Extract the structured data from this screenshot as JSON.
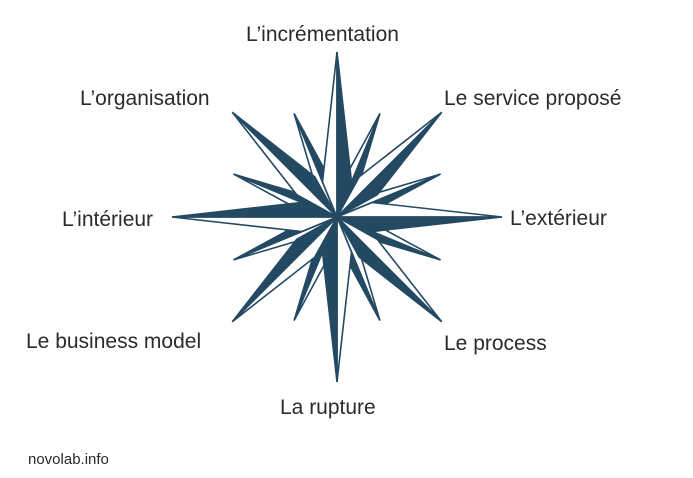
{
  "labels": {
    "north": "L’incrémentation",
    "northeast": "Le service proposé",
    "east": "L’extérieur",
    "southeast": "Le process",
    "south": "La rupture",
    "southwest": "Le business model",
    "west": "L’intérieur",
    "northwest": "L’organisation"
  },
  "footer": {
    "source": "novolab.info"
  },
  "colors": {
    "rose_fill": "#244a63",
    "rose_light": "#ffffff",
    "text": "#2b2b2b"
  }
}
